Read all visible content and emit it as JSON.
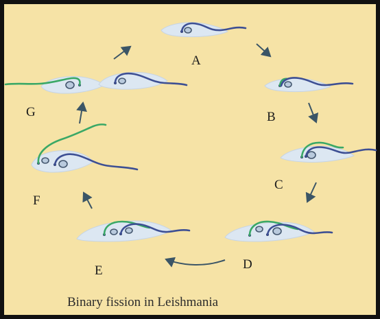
{
  "figure": {
    "labels": {
      "a": "A",
      "b": "B",
      "c": "C",
      "d": "D",
      "e": "E",
      "f": "F",
      "g": "G"
    },
    "caption": "Binary fission in Leishmania"
  },
  "colors": {
    "background": "#f6e3a6",
    "border": "#111111",
    "cell_body": "#dce7f2",
    "flagellum_original": "#3d4f93",
    "flagellum_new": "#3aa866"
  }
}
